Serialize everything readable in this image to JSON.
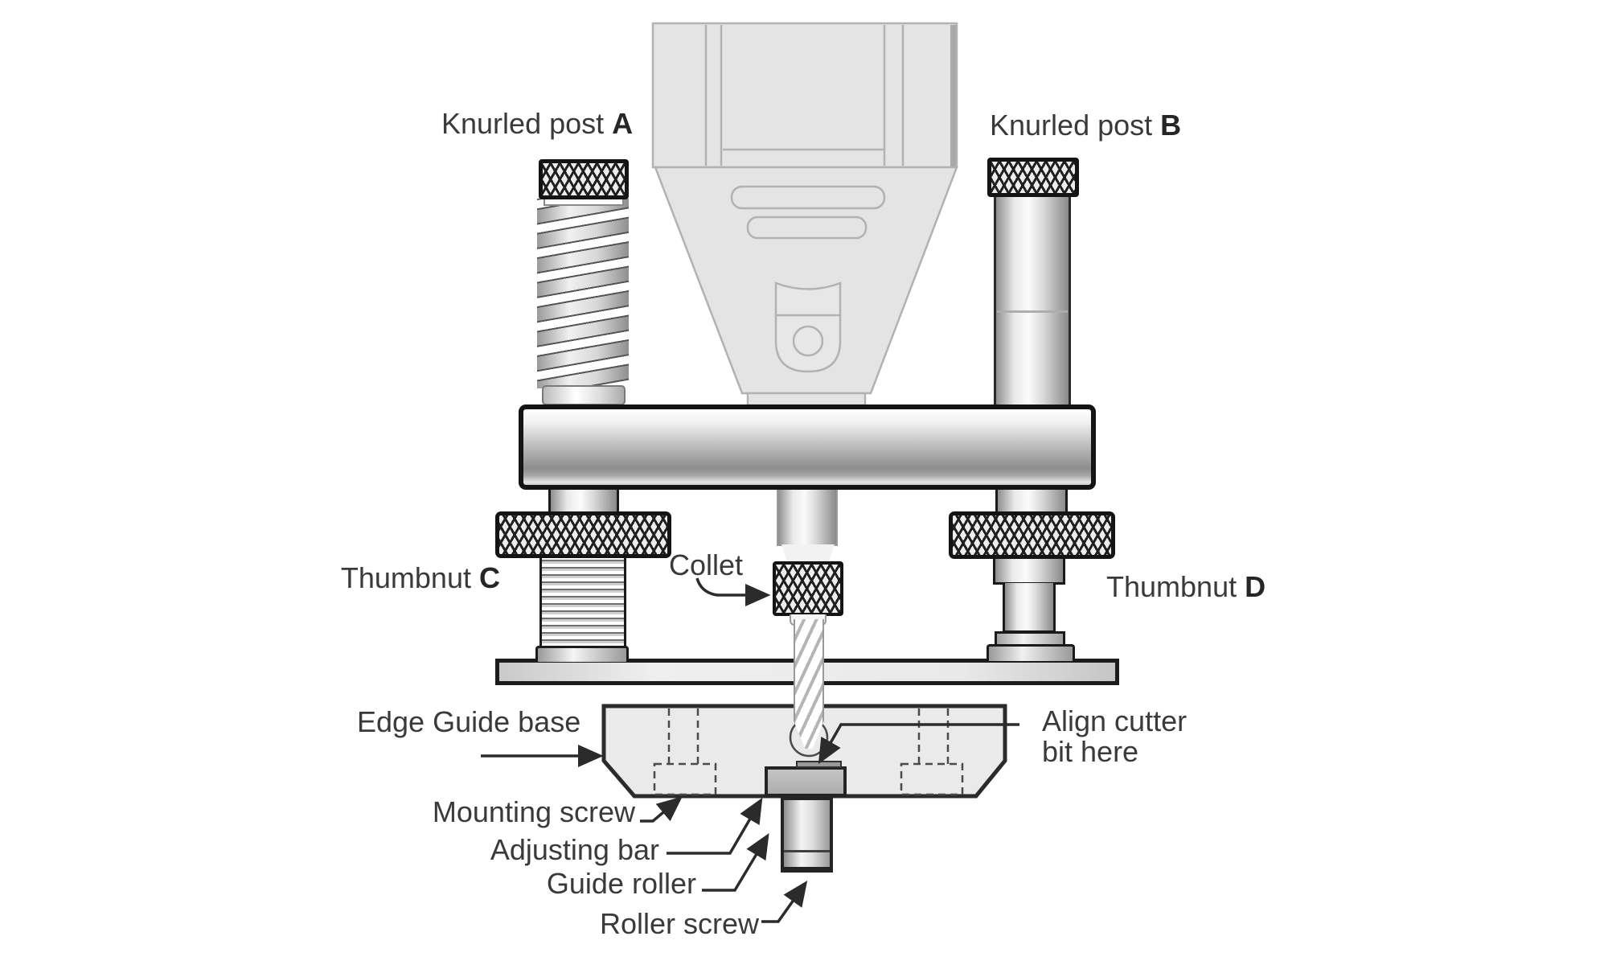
{
  "diagram": {
    "labels": {
      "knurled_post_a": {
        "text": "Knurled post",
        "letter": "A"
      },
      "knurled_post_b": {
        "text": "Knurled post",
        "letter": "B"
      },
      "thumbnut_c": {
        "text": "Thumbnut",
        "letter": "C"
      },
      "thumbnut_d": {
        "text": "Thumbnut",
        "letter": "D"
      },
      "collet": "Collet",
      "edge_guide_base": "Edge Guide base",
      "mounting_screw": "Mounting screw",
      "adjusting_bar": "Adjusting bar",
      "guide_roller": "Guide roller",
      "roller_screw": "Roller screw",
      "align_cutter_line1": "Align cutter",
      "align_cutter_line2": "bit here"
    },
    "colors": {
      "label_text": "#3a3a3a",
      "outline_dark": "#141414",
      "arrow": "#2b2b2b",
      "ghost_outline": "#b2b2b2",
      "ghost_fill": "#e4e4e4",
      "base_fill": "#eaeaea",
      "adjusting_bar_fill": "#b9b9b9"
    }
  }
}
